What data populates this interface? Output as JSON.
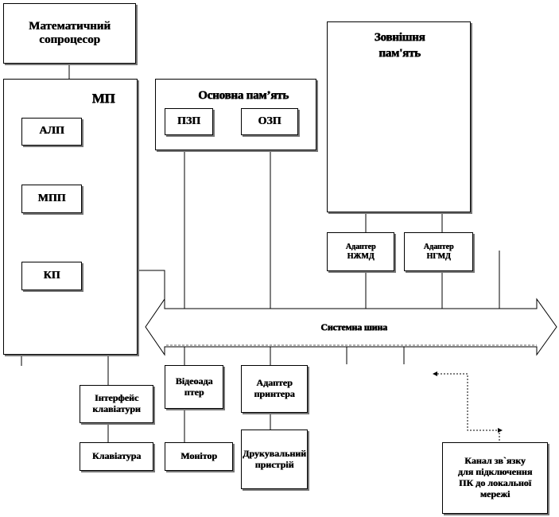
{
  "coprocessor": "Математичний\nсопроцесор",
  "mp": "МП",
  "alu": "АЛП",
  "mpp": "МПП",
  "kp": "КП",
  "main_memory": "Основна пам’ять",
  "rom": "ПЗП",
  "ram": "ОЗП",
  "external_memory": "Зовнішня\nпам'ять",
  "adapter_hdd": "Адаптер\nНЖМД",
  "adapter_fdd": "Адаптер\nНГМД",
  "system_bus": "Системна шина",
  "keyboard_interface": "Інтерфейс\nклавіатури",
  "video_adapter": "Відеоада\nптер",
  "printer_adapter": "Адаптер\nпринтера",
  "keyboard": "Клавіатура",
  "monitor": "Монітор",
  "printer": "Друкувальний\nпристрій",
  "network_channel": "Канал зв`язку\nдля підключення\nПК до локальної\nмережі"
}
